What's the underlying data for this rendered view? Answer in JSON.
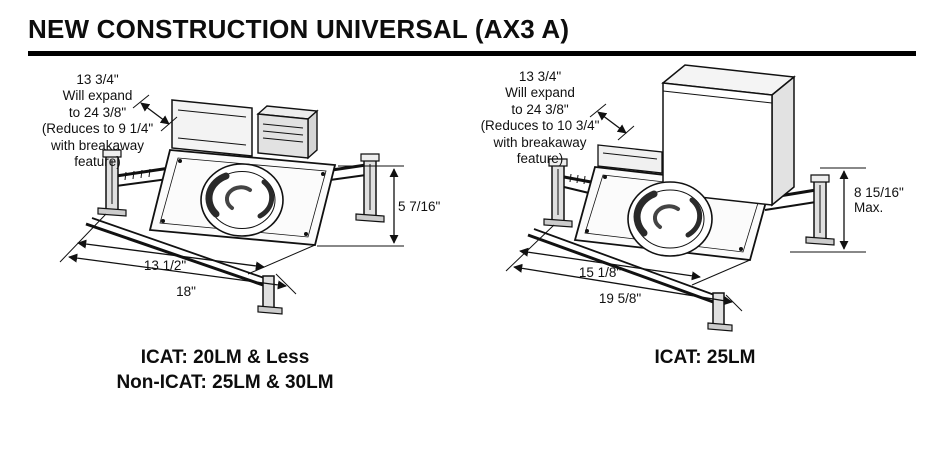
{
  "title": "NEW CONSTRUCTION UNIVERSAL (AX3 A)",
  "left": {
    "expand_note": "13 3/4\"\nWill expand\nto 24 3/8\"\n(Reduces to 9 1/4\"\nwith breakaway\nfeature)",
    "height": "5 7/16\"",
    "width_inner": "13 1/2\"",
    "width_outer": "18\"",
    "caption": "ICAT: 20LM & Less\nNon-ICAT: 25LM & 30LM"
  },
  "right": {
    "expand_note": "13 3/4\"\nWill expand\nto 24 3/8\"\n(Reduces to 10 3/4\"\nwith breakaway\nfeature)",
    "height": "8 15/16\"\nMax.",
    "width_inner": "15 1/8\"",
    "width_outer": "19 5/8\"",
    "caption": "ICAT: 25LM"
  },
  "colors": {
    "ink": "#111111",
    "background": "#ffffff"
  }
}
